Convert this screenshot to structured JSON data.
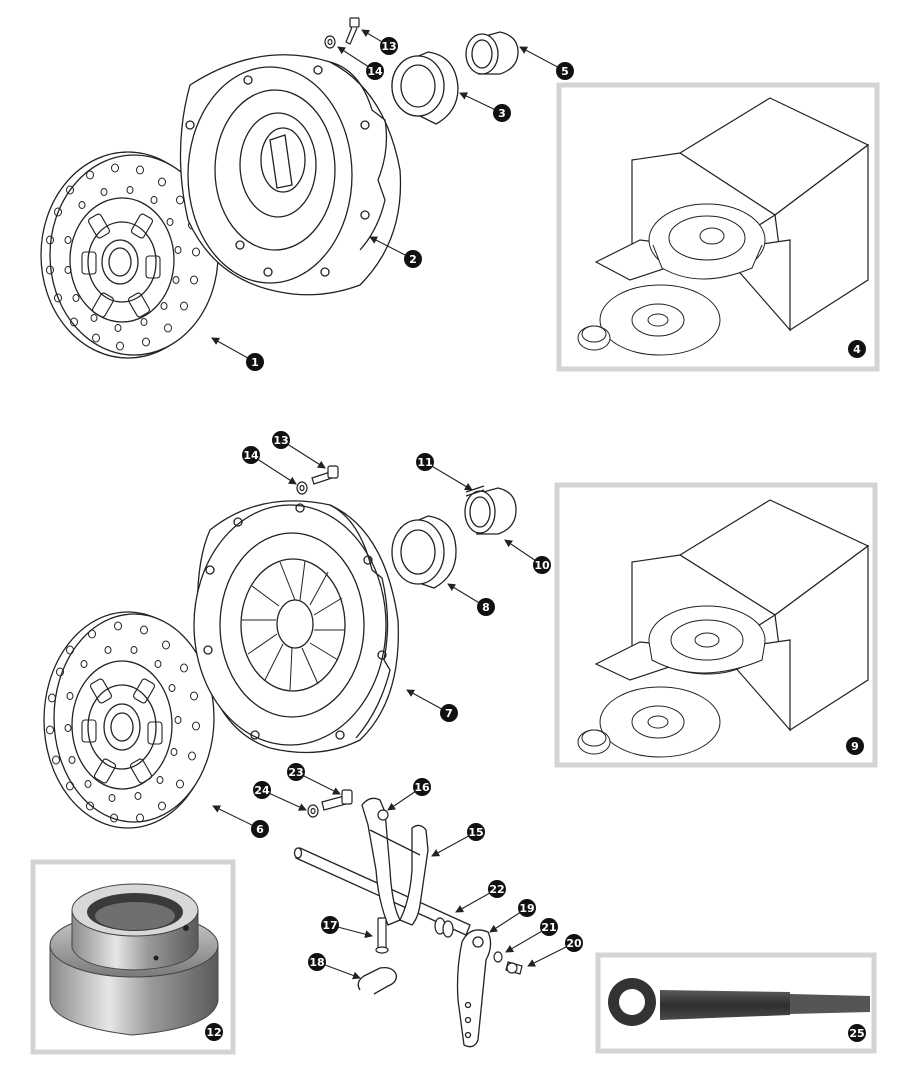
{
  "callouts": [
    {
      "id": "c1",
      "label": "1"
    },
    {
      "id": "c2",
      "label": "2"
    },
    {
      "id": "c3",
      "label": "3"
    },
    {
      "id": "c4",
      "label": "4"
    },
    {
      "id": "c5",
      "label": "5"
    },
    {
      "id": "c6",
      "label": "6"
    },
    {
      "id": "c7",
      "label": "7"
    },
    {
      "id": "c8",
      "label": "8"
    },
    {
      "id": "c9",
      "label": "9"
    },
    {
      "id": "c10",
      "label": "10"
    },
    {
      "id": "c11",
      "label": "11"
    },
    {
      "id": "c12",
      "label": "12"
    },
    {
      "id": "c13a",
      "label": "13"
    },
    {
      "id": "c14a",
      "label": "14"
    },
    {
      "id": "c13b",
      "label": "13"
    },
    {
      "id": "c14b",
      "label": "14"
    },
    {
      "id": "c15",
      "label": "15"
    },
    {
      "id": "c16",
      "label": "16"
    },
    {
      "id": "c17",
      "label": "17"
    },
    {
      "id": "c18",
      "label": "18"
    },
    {
      "id": "c19",
      "label": "19"
    },
    {
      "id": "c20",
      "label": "20"
    },
    {
      "id": "c21",
      "label": "21"
    },
    {
      "id": "c22",
      "label": "22"
    },
    {
      "id": "c23",
      "label": "23"
    },
    {
      "id": "c24",
      "label": "24"
    },
    {
      "id": "c25",
      "label": "25"
    }
  ],
  "colors": {
    "line": "#222222",
    "panel_border": "#d4d4d4",
    "callout_fill": "#111111",
    "metal_light": "#e8e8e8",
    "metal_dark": "#6a6a6a",
    "tool_dark": "#3a3a3a"
  }
}
